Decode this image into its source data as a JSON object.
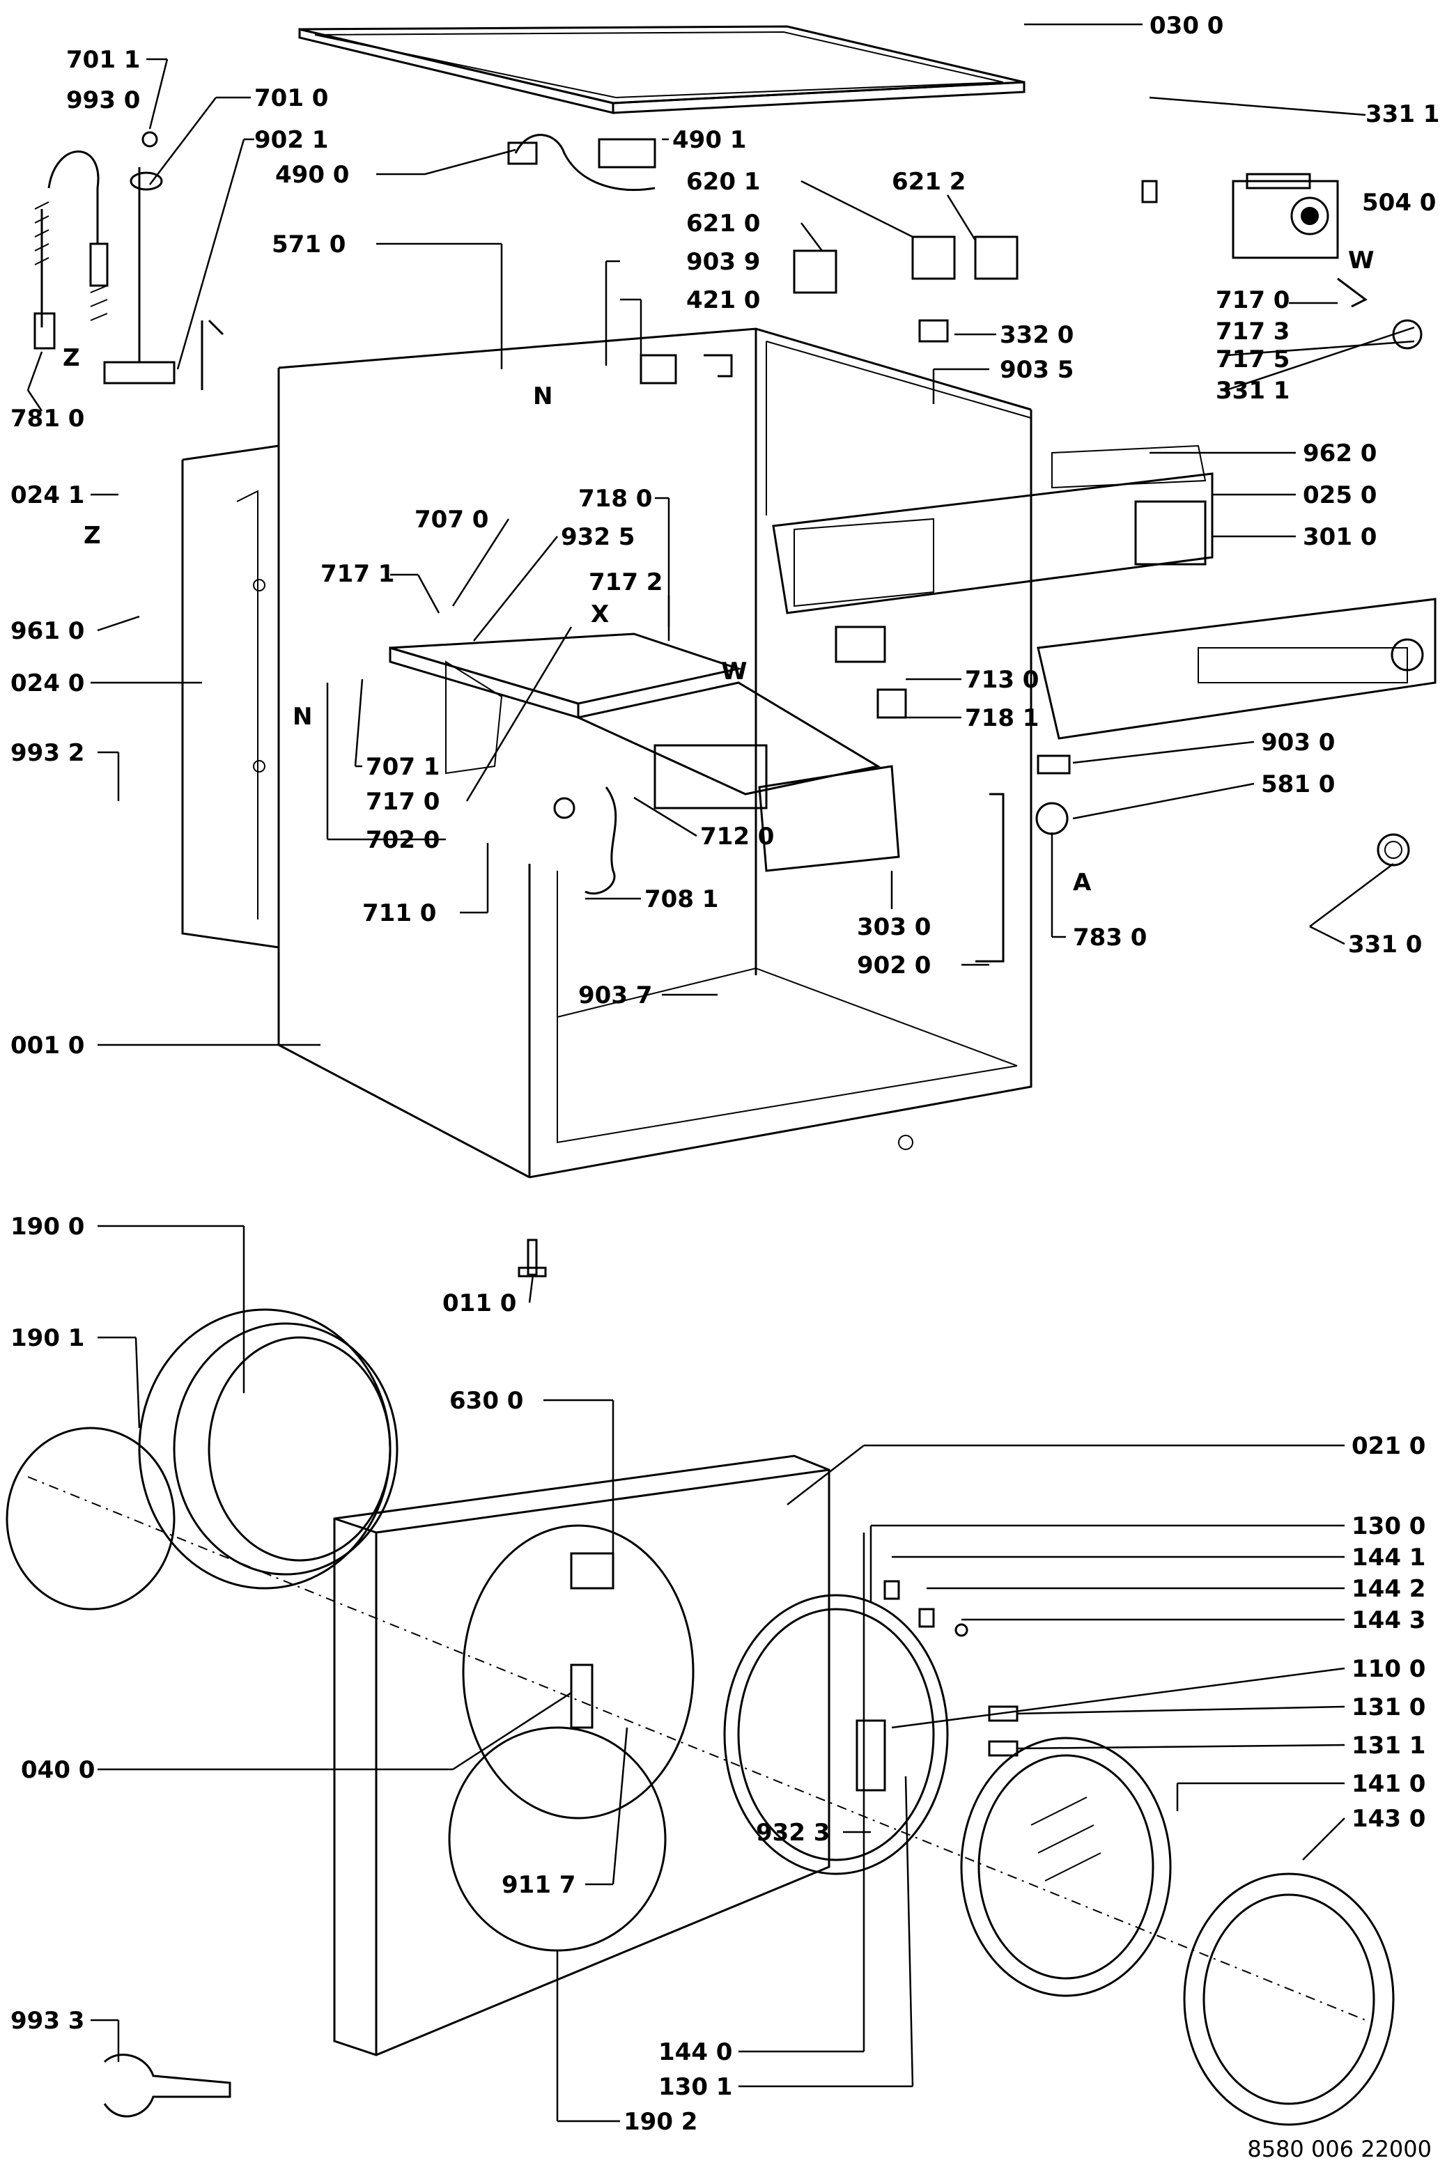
{
  "labels": {
    "p0300": "030 0",
    "p3311a": "331 1",
    "p7011": "701 1",
    "p9930": "993 0",
    "p7010": "701 0",
    "p9021": "902 1",
    "p4900": "490 0",
    "p4901": "490 1",
    "p6201": "620 1",
    "p6212": "621 2",
    "p6210": "621 0",
    "p5040": "504 0",
    "p5710": "571 0",
    "p9039": "903 9",
    "p4210": "421 0",
    "p7170a": "717 0",
    "p7173": "717 3",
    "p3320": "332 0",
    "p7175": "717 5",
    "p9035": "903 5",
    "p3311b": "331 1",
    "p7810": "781 0",
    "p9620": "962 0",
    "p0241": "024 1",
    "p0250": "025 0",
    "p7070": "707 0",
    "p7180": "718 0",
    "p9325": "932 5",
    "p3010": "301 0",
    "p7171": "717 1",
    "p7172": "717 2",
    "p9610": "961 0",
    "p7130": "713 0",
    "p0240": "024 0",
    "p7181": "718 1",
    "p9030": "903 0",
    "p9932": "993 2",
    "p7071": "707 1",
    "p7170b": "717 0",
    "p5810": "581 0",
    "p7120": "712 0",
    "p7020": "702 0",
    "p3030": "303 0",
    "p7081": "708 1",
    "p7110": "711 0",
    "p9020": "902 0",
    "p7830": "783 0",
    "p3310": "331 0",
    "p9037": "903 7",
    "p0010": "001 0",
    "p1900": "190 0",
    "p0110": "011 0",
    "p1901": "190 1",
    "p6300": "630 0",
    "p0210": "021 0",
    "p1300": "130 0",
    "p1441": "144 1",
    "p1442": "144 2",
    "p1443": "144 3",
    "p1100": "110 0",
    "p1310": "131 0",
    "p0400": "040 0",
    "p1311": "131 1",
    "p1410": "141 0",
    "p9323": "932 3",
    "p1430": "143 0",
    "p9117": "911 7",
    "p9933": "993 3",
    "p1440": "144 0",
    "p1301": "130 1",
    "p1902": "190 2"
  },
  "letters": {
    "w1": "W",
    "z1": "Z",
    "n1": "N",
    "z2": "Z",
    "x1": "X",
    "w2": "W",
    "n2": "N",
    "a1": "A"
  },
  "footer": {
    "code": "8580 006 22000"
  }
}
